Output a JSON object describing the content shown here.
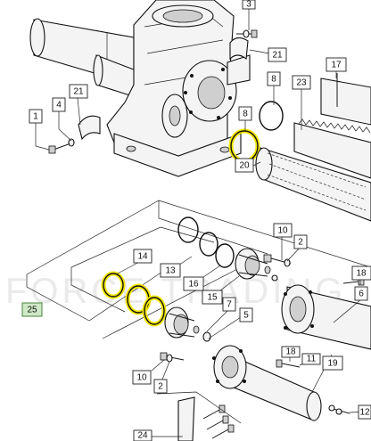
{
  "watermark_text": "FORCE TRADING",
  "highlight_color": "#f2e600",
  "callout_label_color": "#cfe8c6",
  "callouts": [
    {
      "label": "1"
    },
    {
      "label": "4"
    },
    {
      "label": "21"
    },
    {
      "label": "3"
    },
    {
      "label": "21"
    },
    {
      "label": "8"
    },
    {
      "label": "23"
    },
    {
      "label": "17"
    },
    {
      "label": "8"
    },
    {
      "label": "20"
    },
    {
      "label": "25"
    },
    {
      "label": "14"
    },
    {
      "label": "13"
    },
    {
      "label": "16"
    },
    {
      "label": "15"
    },
    {
      "label": "7"
    },
    {
      "label": "5"
    },
    {
      "label": "10"
    },
    {
      "label": "2"
    },
    {
      "label": "18"
    },
    {
      "label": "6"
    },
    {
      "label": "18"
    },
    {
      "label": "11"
    },
    {
      "label": "19"
    },
    {
      "label": "10"
    },
    {
      "label": "2"
    },
    {
      "label": "12"
    },
    {
      "label": "24"
    }
  ]
}
